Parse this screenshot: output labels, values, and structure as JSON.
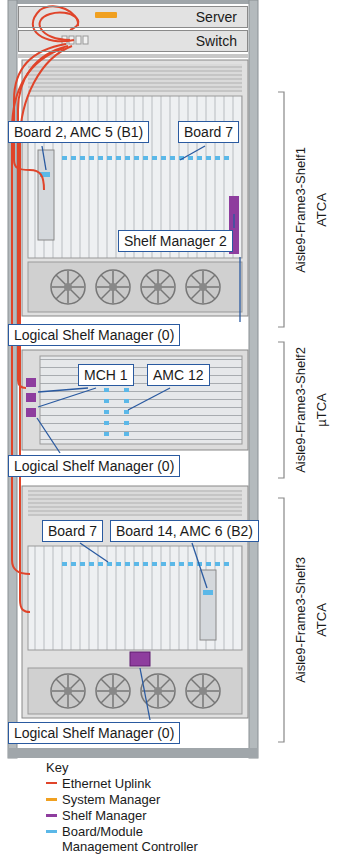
{
  "diagram": {
    "nodes": [
      {
        "text": [
          "Server"
        ]
      },
      {
        "text": [
          "Switch"
        ]
      },
      {
        "text": [
          "Board 2, AMC 5 (B1)"
        ]
      },
      {
        "text": [
          "Board 7"
        ]
      },
      {
        "text": [
          "Shelf Manager 2"
        ]
      },
      {
        "text": [
          "Logical Shelf Manager (0)"
        ]
      },
      {
        "text": [
          "MCH 1"
        ]
      },
      {
        "text": [
          "AMC 12"
        ]
      },
      {
        "text": [
          "Logical Shelf Manager (0)"
        ]
      },
      {
        "text": [
          "Board 7"
        ]
      },
      {
        "text": [
          "Board 14, AMC 6 (B2)"
        ]
      },
      {
        "text": [
          "Logical Shelf Manager (0)"
        ]
      }
    ],
    "labels": [
      "Aisle9-Frame3-Shelf1",
      "ATCA",
      "Aisle9-Frame3-Shelf2",
      "µTCA",
      "Aisle9-Frame3-Shelf3",
      "ATCA",
      "Key"
    ],
    "legend": [
      {
        "text": "Ethernet Uplink"
      },
      {
        "text": "System Manager",
        "color": "#f0a020"
      },
      {
        "text": "Shelf Manager",
        "color": "#8e3d9e"
      },
      {
        "text": "Board/Module Management Controller",
        "color": "#5bb8e8"
      }
    ]
  }
}
